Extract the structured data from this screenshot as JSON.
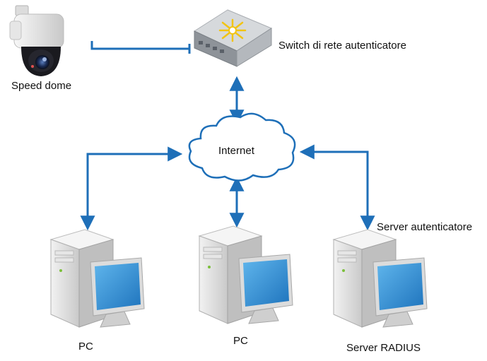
{
  "diagram": {
    "nodes": {
      "camera": {
        "label": "Speed dome",
        "icon": "speed-dome-camera-icon"
      },
      "switch": {
        "label": "Switch di rete autenticatore",
        "icon": "network-switch-icon"
      },
      "cloud": {
        "label": "Internet",
        "icon": "cloud-icon"
      },
      "pc_left": {
        "label": "PC",
        "icon": "desktop-computer-icon"
      },
      "pc_middle": {
        "label": "PC",
        "icon": "desktop-computer-icon"
      },
      "server": {
        "label": "Server RADIUS",
        "caption": "Server autenticatore",
        "icon": "desktop-computer-icon"
      }
    },
    "colors": {
      "connector": "#1e6fb8",
      "screen": "#2a8bd4",
      "tower": "#d9d9d9",
      "switch_top": "#d0d3d6"
    }
  }
}
